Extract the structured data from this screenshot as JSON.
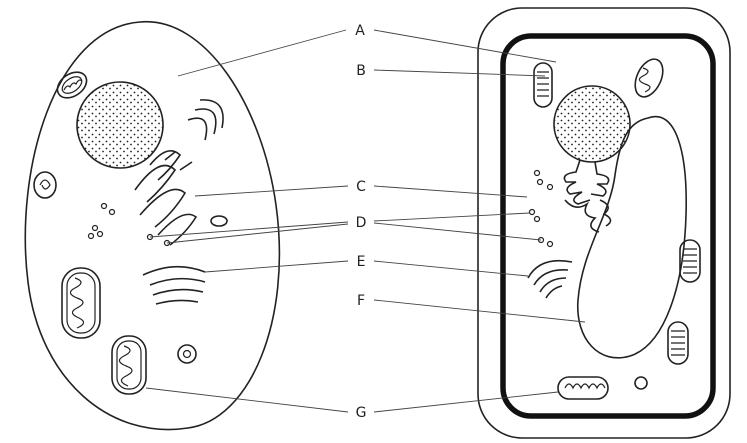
{
  "labels": [
    {
      "id": "A",
      "text": "A"
    },
    {
      "id": "B",
      "text": "B"
    },
    {
      "id": "C",
      "text": "C"
    },
    {
      "id": "D",
      "text": "D"
    },
    {
      "id": "E",
      "text": "E"
    },
    {
      "id": "F",
      "text": "F"
    },
    {
      "id": "G",
      "text": "G"
    }
  ],
  "colors": {
    "line": "#222222",
    "background": "#ffffff"
  },
  "icons": [
    "animal-cell",
    "plant-cell"
  ]
}
